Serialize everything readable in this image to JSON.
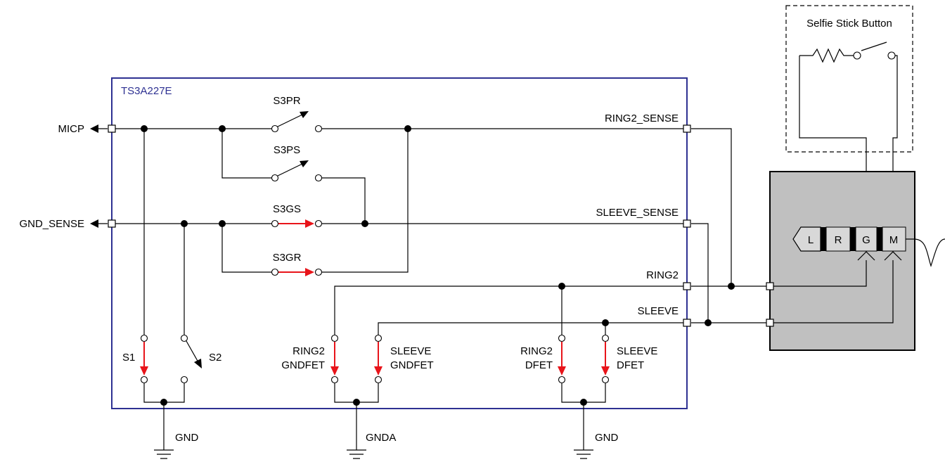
{
  "chip_name": "TS3A227E",
  "pins": {
    "micp": "MICP",
    "gnd_sense": "GND_SENSE",
    "ring2_sense": "RING2_SENSE",
    "sleeve_sense": "SLEEVE_SENSE",
    "ring2": "RING2",
    "sleeve": "SLEEVE"
  },
  "switches": {
    "s3pr": "S3PR",
    "s3ps": "S3PS",
    "s3gs": "S3GS",
    "s3gr": "S3GR",
    "s1": "S1",
    "s2": "S2",
    "ring2_gndfet": [
      "RING2",
      "GNDFET"
    ],
    "sleeve_gndfet": [
      "SLEEVE",
      "GNDFET"
    ],
    "ring2_dfet": [
      "RING2",
      "DFET"
    ],
    "sleeve_dfet": [
      "SLEEVE",
      "DFET"
    ]
  },
  "grounds": {
    "left": "GND",
    "middle": "GNDA",
    "right": "GND"
  },
  "selfie": {
    "title": "Selfie Stick Button"
  },
  "plug": {
    "segments": [
      "L",
      "R",
      "G",
      "M"
    ]
  },
  "colors": {
    "chip_border": "#2e3192",
    "active_switch": "#e8141a",
    "jack_fill": "#c0c0c0",
    "plug_fill": "#d8d8d8"
  }
}
